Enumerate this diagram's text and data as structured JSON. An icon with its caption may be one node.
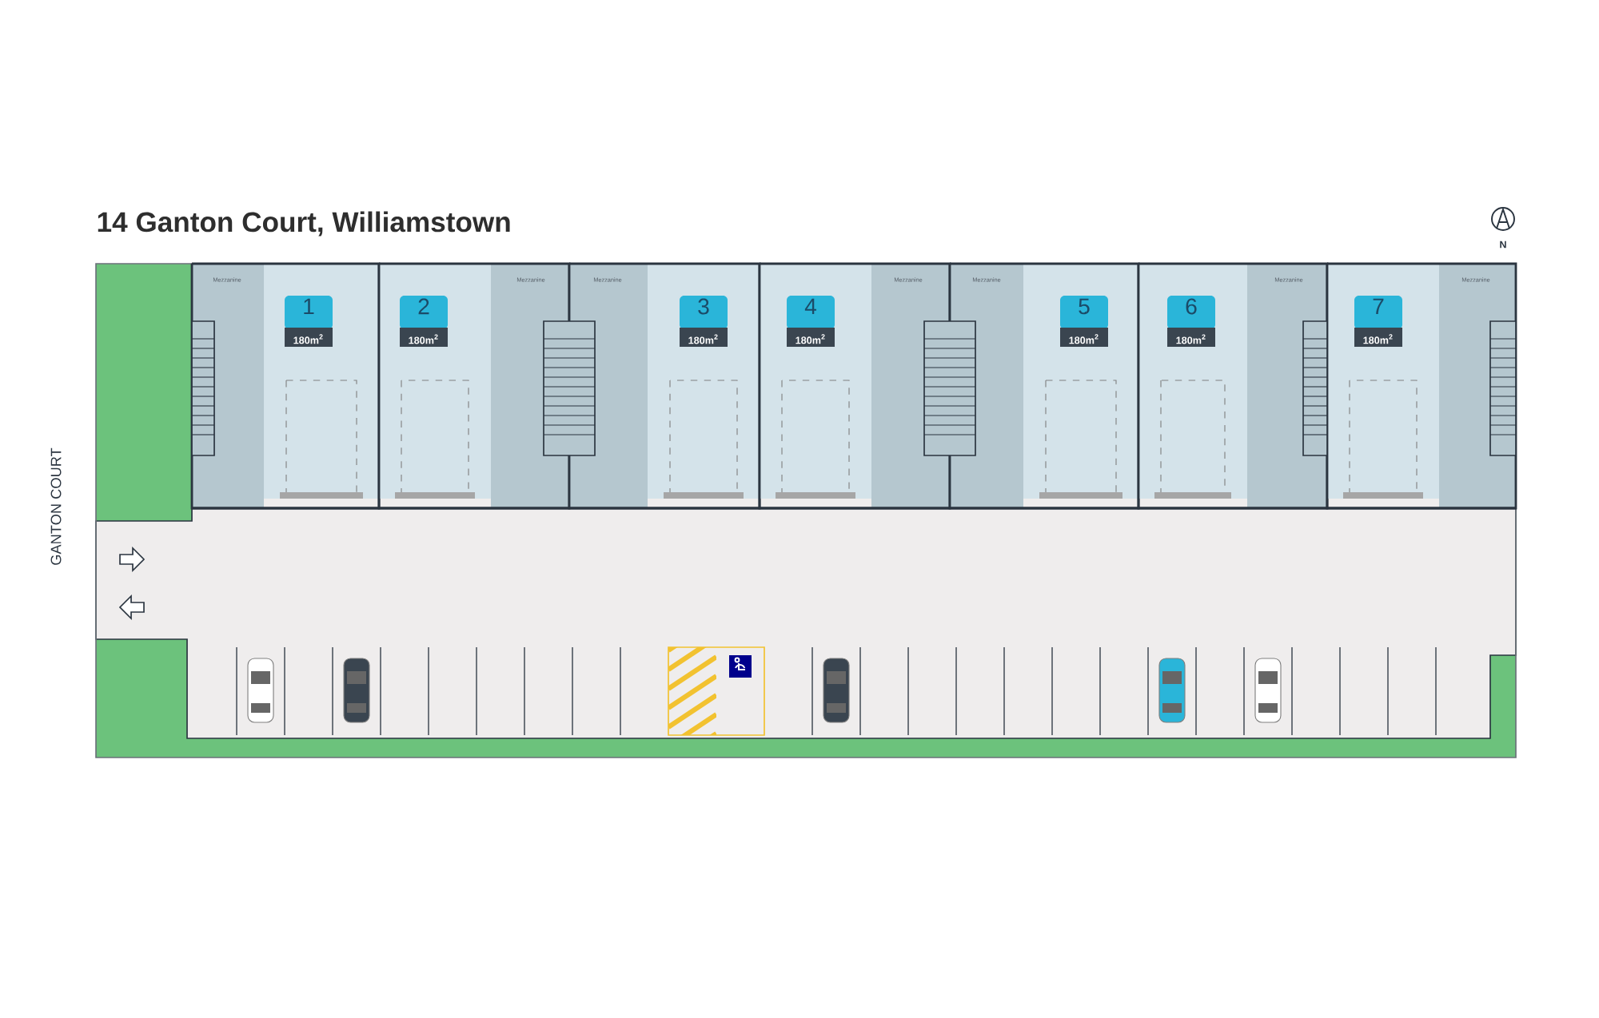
{
  "diagram": {
    "title": "14 Ganton Court, Williamstown",
    "nodes": [
      {
        "text": [
          "1",
          "180m$^{2}$"
        ]
      },
      {
        "text": [
          "2",
          "180m$^{2}$"
        ]
      },
      {
        "text": [
          "3",
          "180m$^{2}$"
        ]
      },
      {
        "text": [
          "4",
          "180m$^{2}$"
        ]
      },
      {
        "text": [
          "5",
          "180m$^{2}$"
        ]
      },
      {
        "text": [
          "6",
          "180m$^{2}$"
        ]
      },
      {
        "text": [
          "7",
          "180m$^{2}$"
        ]
      }
    ],
    "labels": [
      "GANTON COURT",
      "N",
      "Mezzanine",
      "Mezzanine",
      "Mezzanine",
      "Mezzanine",
      "Mezzanine",
      "Mezzanine",
      "Mezzanine"
    ]
  }
}
